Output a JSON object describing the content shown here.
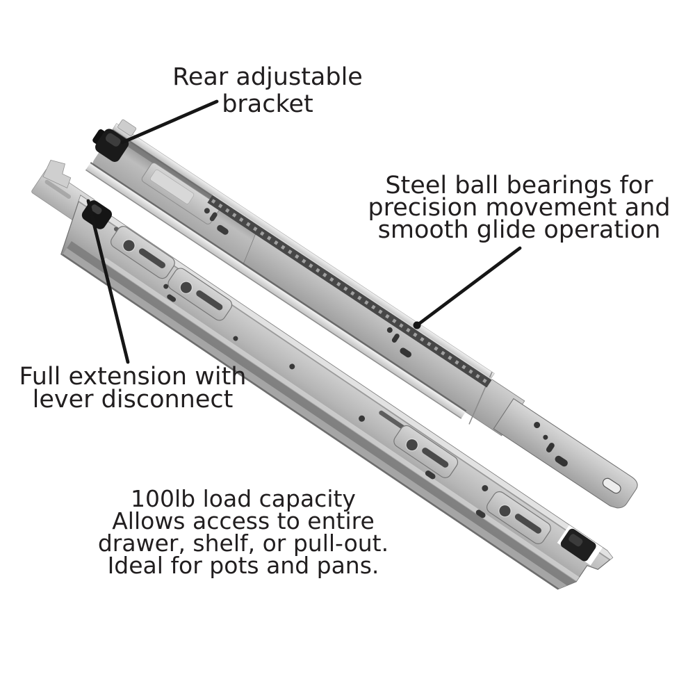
{
  "figure": {
    "background": "#ffffff",
    "subject": "drawer-slides-pair"
  },
  "colors": {
    "text": "#211e1f",
    "leader_line": "#161616",
    "steel_highlight": "#e8e8e8",
    "steel_mid": "#b4b4b4",
    "steel_shadow": "#707070",
    "hardware_black": "#1a1a1a"
  },
  "callouts": {
    "rear_bracket": {
      "lines": [
        "Rear adjustable",
        "bracket"
      ]
    },
    "ball_bearings": {
      "lines": [
        "Steel ball bearings for",
        "precision movement and",
        "smooth glide operation"
      ]
    },
    "full_extension": {
      "lines": [
        "Full extension with",
        "lever disconnect"
      ]
    },
    "load_capacity": {
      "lines": [
        "100lb load capacity",
        "Allows access to entire",
        "drawer, shelf, or pull-out.",
        "Ideal for pots and pans."
      ]
    }
  }
}
